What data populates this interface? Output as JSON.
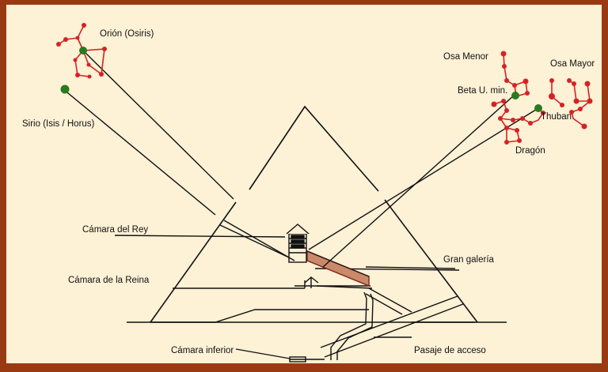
{
  "colors": {
    "frame": "#9a3a12",
    "background": "#fdf1d6",
    "line": "#111111",
    "star_red": "#d42323",
    "star_green": "#2a7a1e",
    "shaft_brown": "#8a2e1c"
  },
  "constellations": {
    "orion": "Orión (Osiris)",
    "sirius": "Sirio (Isis / Horus)",
    "ursa_minor": "Osa Menor",
    "ursa_major": "Osa Mayor",
    "beta_umi": "Beta U. min.",
    "thuban": "Thuban",
    "draco": "Dragón"
  },
  "chambers": {
    "king": "Cámara del Rey",
    "queen": "Cámara de la Reina",
    "grand_gallery": "Gran galería",
    "lower": "Cámara inferior",
    "entrance": "Pasaje de acceso"
  }
}
